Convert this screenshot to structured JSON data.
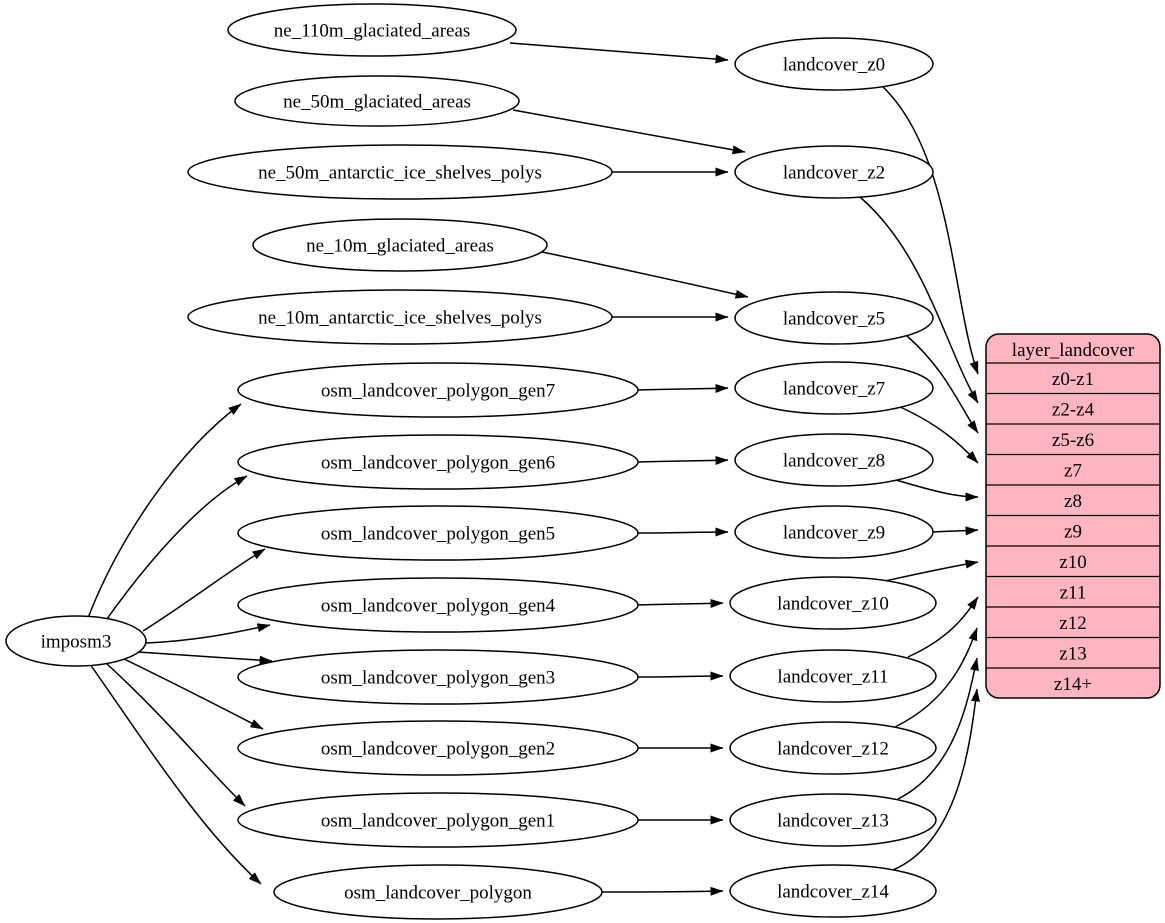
{
  "colors": {
    "background": "#ffffff",
    "node_fill": "#ffffff",
    "stroke": "#000000",
    "table_fill": "#ffb6c1"
  },
  "nodes": {
    "imposm3": "imposm3",
    "ne_110m_glaciated_areas": "ne_110m_glaciated_areas",
    "ne_50m_glaciated_areas": "ne_50m_glaciated_areas",
    "ne_50m_antarctic_ice_shelves_polys": "ne_50m_antarctic_ice_shelves_polys",
    "ne_10m_glaciated_areas": "ne_10m_glaciated_areas",
    "ne_10m_antarctic_ice_shelves_polys": "ne_10m_antarctic_ice_shelves_polys",
    "osm_landcover_polygon_gen7": "osm_landcover_polygon_gen7",
    "osm_landcover_polygon_gen6": "osm_landcover_polygon_gen6",
    "osm_landcover_polygon_gen5": "osm_landcover_polygon_gen5",
    "osm_landcover_polygon_gen4": "osm_landcover_polygon_gen4",
    "osm_landcover_polygon_gen3": "osm_landcover_polygon_gen3",
    "osm_landcover_polygon_gen2": "osm_landcover_polygon_gen2",
    "osm_landcover_polygon_gen1": "osm_landcover_polygon_gen1",
    "osm_landcover_polygon": "osm_landcover_polygon",
    "landcover_z0": "landcover_z0",
    "landcover_z2": "landcover_z2",
    "landcover_z5": "landcover_z5",
    "landcover_z7": "landcover_z7",
    "landcover_z8": "landcover_z8",
    "landcover_z9": "landcover_z9",
    "landcover_z10": "landcover_z10",
    "landcover_z11": "landcover_z11",
    "landcover_z12": "landcover_z12",
    "landcover_z13": "landcover_z13",
    "landcover_z14": "landcover_z14"
  },
  "table": {
    "title": "layer_landcover",
    "fill": "#ffb6c1",
    "rows": [
      "z0-z1",
      "z2-z4",
      "z5-z6",
      "z7",
      "z8",
      "z9",
      "z10",
      "z11",
      "z12",
      "z13",
      "z14+"
    ]
  },
  "edges": [
    {
      "from": "imposm3",
      "to": "osm_landcover_polygon_gen7"
    },
    {
      "from": "imposm3",
      "to": "osm_landcover_polygon_gen6"
    },
    {
      "from": "imposm3",
      "to": "osm_landcover_polygon_gen5"
    },
    {
      "from": "imposm3",
      "to": "osm_landcover_polygon_gen4"
    },
    {
      "from": "imposm3",
      "to": "osm_landcover_polygon_gen3"
    },
    {
      "from": "imposm3",
      "to": "osm_landcover_polygon_gen2"
    },
    {
      "from": "imposm3",
      "to": "osm_landcover_polygon_gen1"
    },
    {
      "from": "imposm3",
      "to": "osm_landcover_polygon"
    },
    {
      "from": "ne_110m_glaciated_areas",
      "to": "landcover_z0"
    },
    {
      "from": "ne_50m_glaciated_areas",
      "to": "landcover_z2"
    },
    {
      "from": "ne_50m_antarctic_ice_shelves_polys",
      "to": "landcover_z2"
    },
    {
      "from": "ne_10m_glaciated_areas",
      "to": "landcover_z5"
    },
    {
      "from": "ne_10m_antarctic_ice_shelves_polys",
      "to": "landcover_z5"
    },
    {
      "from": "osm_landcover_polygon_gen7",
      "to": "landcover_z7"
    },
    {
      "from": "osm_landcover_polygon_gen6",
      "to": "landcover_z8"
    },
    {
      "from": "osm_landcover_polygon_gen5",
      "to": "landcover_z9"
    },
    {
      "from": "osm_landcover_polygon_gen4",
      "to": "landcover_z10"
    },
    {
      "from": "osm_landcover_polygon_gen3",
      "to": "landcover_z11"
    },
    {
      "from": "osm_landcover_polygon_gen2",
      "to": "landcover_z12"
    },
    {
      "from": "osm_landcover_polygon_gen1",
      "to": "landcover_z13"
    },
    {
      "from": "osm_landcover_polygon",
      "to": "landcover_z14"
    },
    {
      "from": "landcover_z0",
      "to": "z0-z1"
    },
    {
      "from": "landcover_z2",
      "to": "z2-z4"
    },
    {
      "from": "landcover_z5",
      "to": "z5-z6"
    },
    {
      "from": "landcover_z7",
      "to": "z7"
    },
    {
      "from": "landcover_z8",
      "to": "z8"
    },
    {
      "from": "landcover_z9",
      "to": "z9"
    },
    {
      "from": "landcover_z10",
      "to": "z10"
    },
    {
      "from": "landcover_z11",
      "to": "z11"
    },
    {
      "from": "landcover_z12",
      "to": "z12"
    },
    {
      "from": "landcover_z13",
      "to": "z13"
    },
    {
      "from": "landcover_z14",
      "to": "z14+"
    }
  ]
}
